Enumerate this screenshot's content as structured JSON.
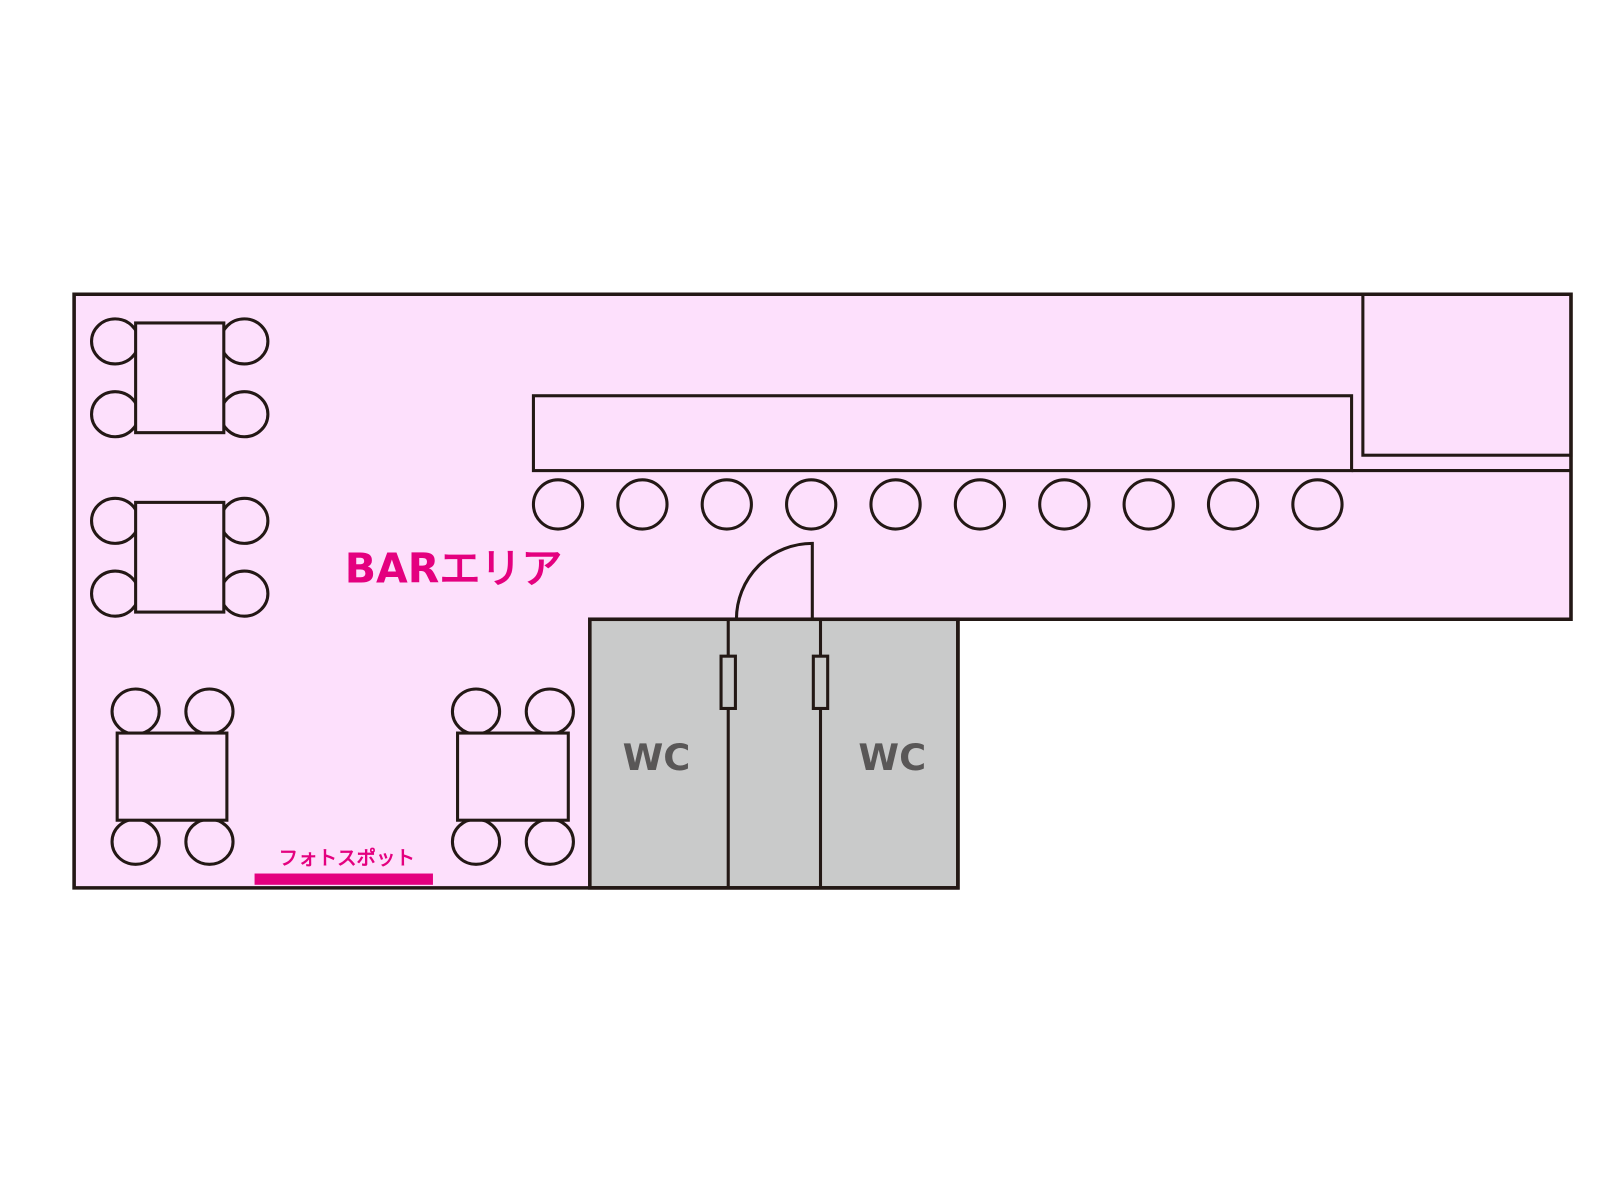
{
  "floor_plan": {
    "area_label": "BARエリア",
    "photo_spot_label": "フォトスポット",
    "restrooms": [
      {
        "label": "WC"
      },
      {
        "label": "WC"
      }
    ],
    "bar_stool_count": 10,
    "colors": {
      "floor": "#FDE0FC",
      "restroom": "#C9CACA",
      "accent": "#E4007F",
      "wc_text": "#595757",
      "outline": "#231815"
    }
  }
}
